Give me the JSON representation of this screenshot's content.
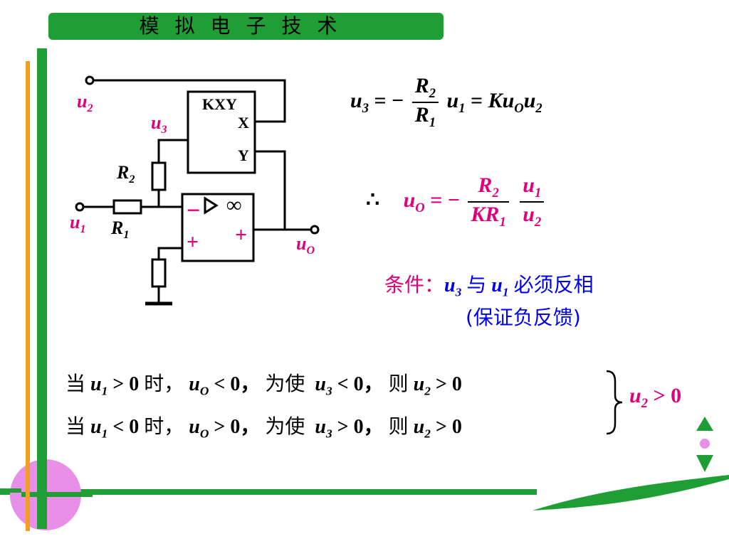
{
  "header": {
    "title": "模拟电子技术"
  },
  "circuit": {
    "label_u2": "u",
    "label_u2_sub": "2",
    "label_u3": "u",
    "label_u3_sub": "3",
    "label_u1": "u",
    "label_u1_sub": "1",
    "label_uo": "u",
    "label_uo_sub": "O",
    "label_r2": "R",
    "label_r2_sub": "2",
    "label_r1": "R",
    "label_r1_sub": "1",
    "multiplier_name": "KXY",
    "multiplier_x": "X",
    "multiplier_y": "Y",
    "opamp_inf": "∞",
    "opamp_minus": "−",
    "opamp_plus_in": "+",
    "opamp_plus_out": "+"
  },
  "eq1": {
    "lhs": "u",
    "lhs_sub": "3",
    "eq": "= −",
    "num": "R",
    "num_sub": "2",
    "den": "R",
    "den_sub": "1",
    "mid": "u",
    "mid_sub": "1",
    "eq2": "=",
    "k": "K",
    "uo": "u",
    "uo_sub": "O",
    "u2": "u",
    "u2_sub": "2"
  },
  "eq2": {
    "therefore": "∴",
    "lhs": "u",
    "lhs_sub": "O",
    "eq": "= −",
    "num1": "R",
    "num1_sub": "2",
    "den1": "KR",
    "den1_sub": "1",
    "num2": "u",
    "num2_sub": "1",
    "den2": "u",
    "den2_sub": "2"
  },
  "condition": {
    "label": "条件：",
    "u3": "u",
    "u3_sub": "3",
    "with": "与",
    "u1": "u",
    "u1_sub": "1",
    "must": "必须反相",
    "note": "(保证负反馈)"
  },
  "case1": {
    "when": "当",
    "u1": "u",
    "u1_sub": "1",
    "c1": "> 0",
    "time": "时，",
    "uo": "u",
    "uo_sub": "O",
    "c2": "< 0，",
    "make": "为使",
    "u3": "u",
    "u3_sub": "3",
    "c3": "< 0，",
    "then": "则",
    "u2": "u",
    "u2_sub": "2",
    "c4": "> 0"
  },
  "case2": {
    "when": "当",
    "u1": "u",
    "u1_sub": "1",
    "c1": "< 0",
    "time": "时，",
    "uo": "u",
    "uo_sub": "O",
    "c2": "> 0，",
    "make": "为使",
    "u3": "u",
    "u3_sub": "3",
    "c3": "> 0，",
    "then": "则",
    "u2": "u",
    "u2_sub": "2",
    "c4": "> 0"
  },
  "conclusion": {
    "u": "u",
    "sub": "2",
    "rel": "> 0"
  },
  "colors": {
    "accent_green": "#1f9e35",
    "accent_orange": "#f0a020",
    "magenta": "#e0007a",
    "blue": "#0000ee"
  }
}
